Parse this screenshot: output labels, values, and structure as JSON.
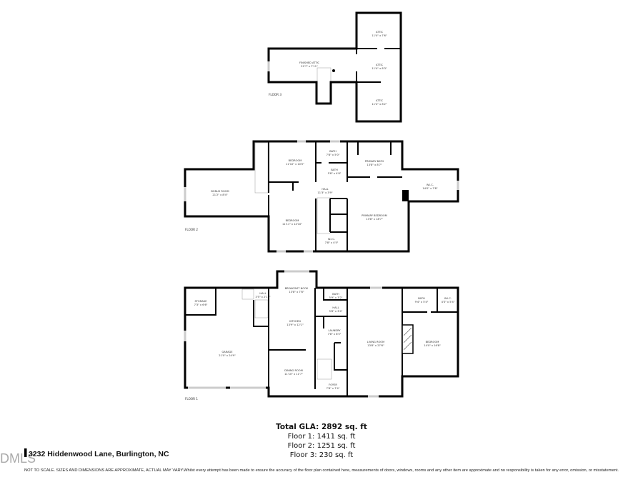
{
  "floor3": {
    "label": "FLOOR 3",
    "rooms": [
      {
        "name": "FINISHED ATTIC",
        "dims": "22'7\" x 7'11\""
      },
      {
        "name": "ATTIC",
        "dims": "11'4\" x 7'6\""
      },
      {
        "name": "ATTIC",
        "dims": "11'4\" x 8'3\""
      },
      {
        "name": "ATTIC",
        "dims": "11'4\" x 8'2\""
      }
    ]
  },
  "floor2": {
    "label": "FLOOR 2",
    "rooms": [
      {
        "name": "BONUS ROOM",
        "dims": "21'2\" x 8'4\""
      },
      {
        "name": "BEDROOM",
        "dims": "11'10\" x 10'0\""
      },
      {
        "name": "BATH",
        "dims": "7'8\" x 5'0\""
      },
      {
        "name": "BATH",
        "dims": "5'8\" x 4'8\""
      },
      {
        "name": "PRIMARY BATH",
        "dims": "13'8\" x 8'7\""
      },
      {
        "name": "W.I.C.",
        "dims": "14'0\" x 7'8\""
      },
      {
        "name": "HALL",
        "dims": "11'3\" x 3'9\""
      },
      {
        "name": "BEDROOM",
        "dims": "11'11\" x 14'10\""
      },
      {
        "name": "PRIMARY BEDROOM",
        "dims": "13'8\" x 18'7\""
      },
      {
        "name": "W.I.C.",
        "dims": "7'8\" x 4'5\""
      }
    ]
  },
  "floor1": {
    "label": "FLOOR 1",
    "rooms": [
      {
        "name": "STORAGE",
        "dims": "7'3\" x 6'6\""
      },
      {
        "name": "HALL",
        "dims": "3'5\" x 2'11\""
      },
      {
        "name": "BREAKFAST NOOK",
        "dims": "13'8\" x 7'8\""
      },
      {
        "name": "BATH",
        "dims": "5'9\" x 3'2\""
      },
      {
        "name": "HALL",
        "dims": "5'8\" x 3'4\""
      },
      {
        "name": "KITCHEN",
        "dims": "13'9\" x 12'1\""
      },
      {
        "name": "LAUNDRY",
        "dims": "7'8\" x 8'5\""
      },
      {
        "name": "GARAGE",
        "dims": "21'0\" x 24'9\""
      },
      {
        "name": "LIVING ROOM",
        "dims": "13'8\" x 27'6\""
      },
      {
        "name": "BEDROOM",
        "dims": "14'0\" x 16'8\""
      },
      {
        "name": "DINING ROOM",
        "dims": "11'10\" x 11'7\""
      },
      {
        "name": "FOYER",
        "dims": "7'8\" x 7'4\""
      },
      {
        "name": "BATH",
        "dims": "9'4\" x 5'4\""
      },
      {
        "name": "W.I.C.",
        "dims": "4'3\" x 5'4\""
      }
    ]
  },
  "summary": {
    "total": "Total GLA: 2892 sq. ft",
    "floor1": "Floor 1: 1411 sq. ft",
    "floor2": "Floor 2: 1251 sq. ft",
    "floor3": "Floor 3: 230 sq. ft"
  },
  "address": "3232 Hiddenwood Lane, Burlington, NC",
  "logo": "DMLS",
  "disclaimer": "NOT TO SCALE. SIZES AND DIMENSIONS ARE APPROXIMATE, ACTUAL MAY VARY.Whilst every attempt has been made to ensure the accuracy of the floor plan contained here, measurements of doors, windows, rooms and any other item are approximate and no responsibility is taken for any error, omission, or misstatement."
}
